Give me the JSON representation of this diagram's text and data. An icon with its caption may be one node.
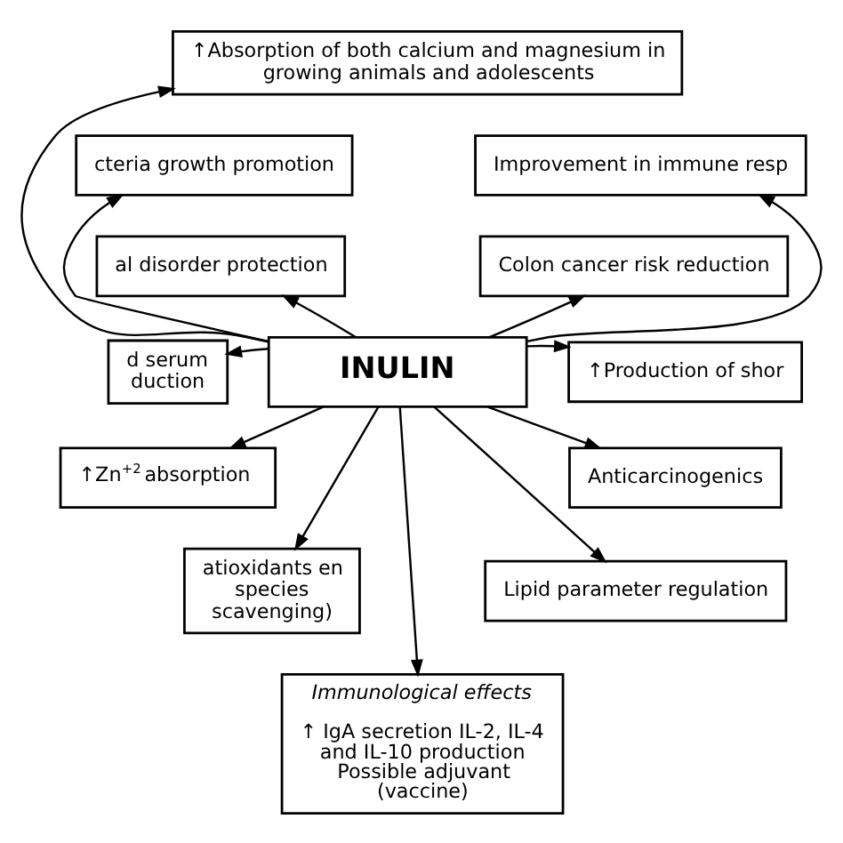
{
  "diagram": {
    "nodes": [
      {
        "text": [
          "INULIN"
        ]
      },
      {
        "text": [
          "↑Absorption of both calcium and magnesium in growing animals and adolescents"
        ]
      },
      {
        "text": [
          "cteria growth promotion"
        ]
      },
      {
        "text": [
          "Improvement in immune resp"
        ]
      },
      {
        "text": [
          "al disorder protection"
        ]
      },
      {
        "text": [
          "Colon cancer risk reduction"
        ]
      },
      {
        "text": [
          "d serum duction"
        ]
      },
      {
        "text": [
          "↑Production of shor"
        ]
      },
      {
        "text": [
          "↑Zn$^{+2}$ absorption"
        ]
      },
      {
        "text": [
          "Anticarcinogenics"
        ]
      },
      {
        "text": [
          "atioxidants en species scavenging)"
        ]
      },
      {
        "text": [
          "Lipid parameter regulation"
        ]
      },
      {
        "text": [
          "Immunological effects",
          "↑ IgA secretion IL-2, IL-4 and IL-10 production Possible adjuvant (vaccine)"
        ]
      }
    ],
    "edges": [
      {
        "from": 0,
        "to": 1,
        "arrow": "to"
      },
      {
        "from": 0,
        "to": 2,
        "arrow": "to"
      },
      {
        "from": 0,
        "to": 3,
        "arrow": "to"
      },
      {
        "from": 0,
        "to": 4,
        "arrow": "to"
      },
      {
        "from": 0,
        "to": 5,
        "arrow": "to"
      },
      {
        "from": 0,
        "to": 6,
        "arrow": "to"
      },
      {
        "from": 0,
        "to": 7,
        "arrow": "to"
      },
      {
        "from": 0,
        "to": 8,
        "arrow": "to"
      },
      {
        "from": 0,
        "to": 9,
        "arrow": "to"
      },
      {
        "from": 0,
        "to": 10,
        "arrow": "to"
      },
      {
        "from": 0,
        "to": 11,
        "arrow": "to"
      },
      {
        "from": 0,
        "to": 12,
        "arrow": "to"
      }
    ]
  }
}
